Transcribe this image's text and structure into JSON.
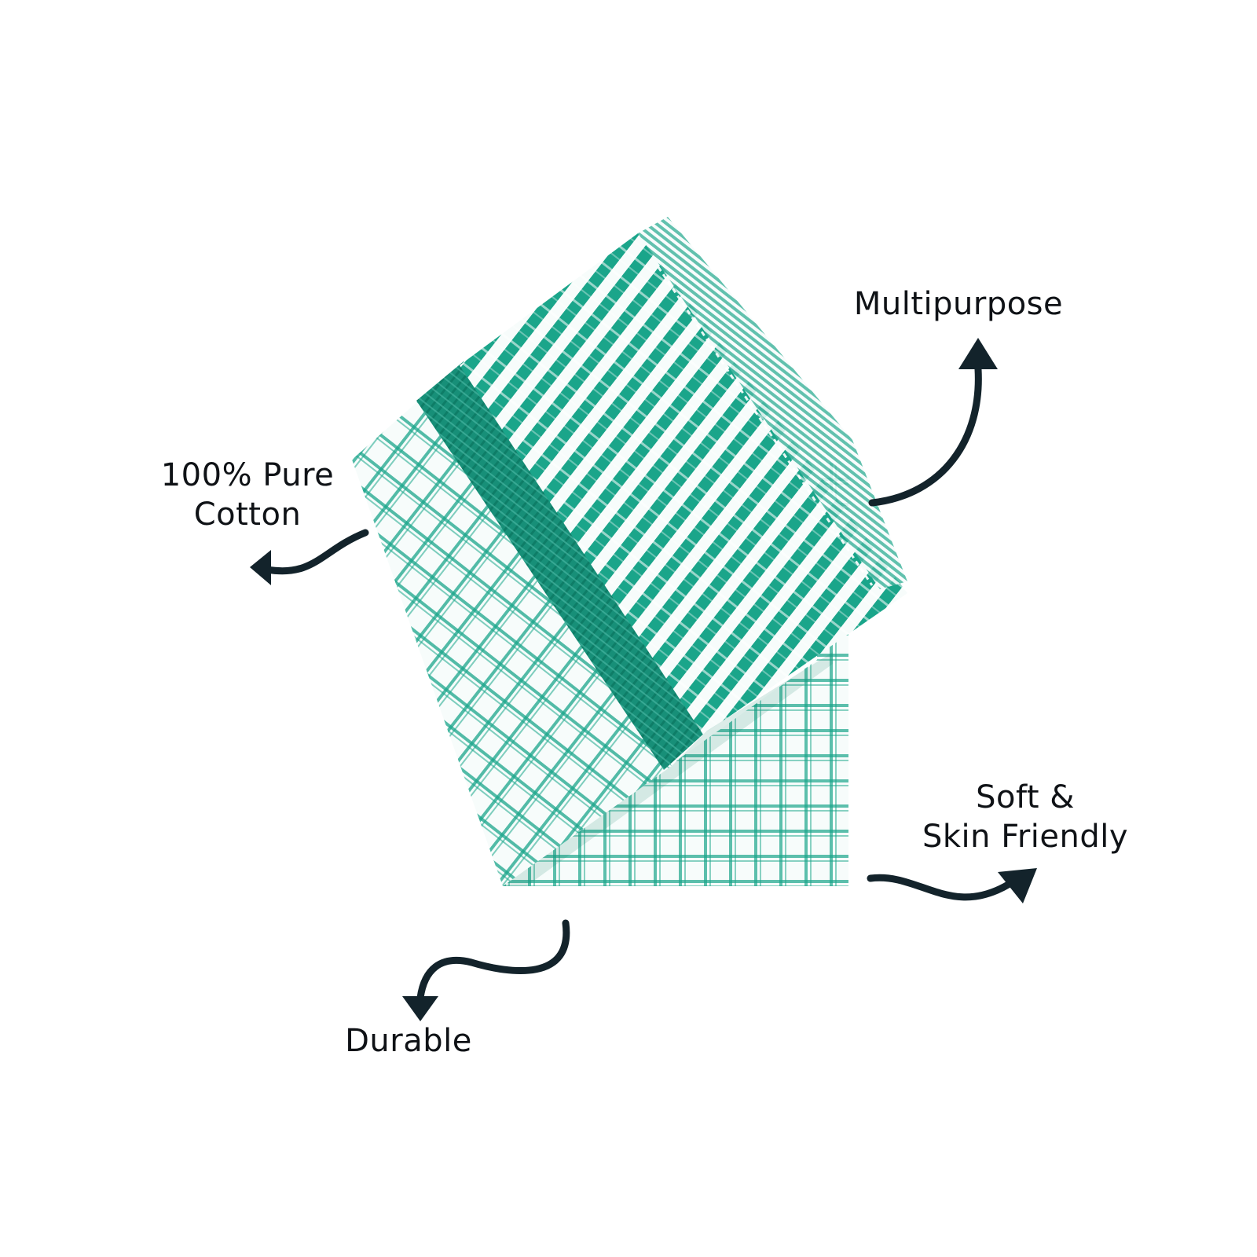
{
  "features": {
    "multipurpose": {
      "label": "Multipurpose"
    },
    "cotton": {
      "line1": "100% Pure",
      "line2": "Cotton"
    },
    "soft": {
      "line1": "Soft &",
      "line2": "Skin Friendly"
    },
    "durable": {
      "label": "Durable"
    }
  },
  "colors": {
    "teal": "#1aa58a",
    "dark_teal": "#0e7d67",
    "arrow": "#13232b",
    "text": "#0f1216",
    "cloth_white": "#f7fcfb"
  },
  "icons": [
    "curved-arrow-icon"
  ]
}
